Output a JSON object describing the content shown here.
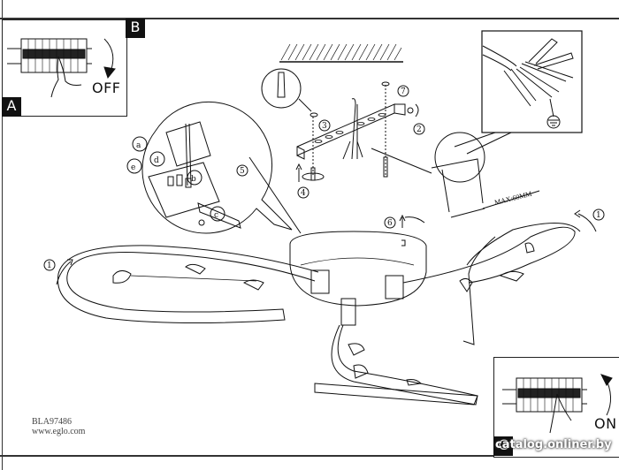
{
  "document": {
    "model_code": "BLA97486",
    "website": "www.eglo.com",
    "watermark": "catalog.onliner.by"
  },
  "panels": {
    "power_off": {
      "tag": "B",
      "label": "OFF",
      "icon": "circuit-breaker-off-icon"
    },
    "power_on": {
      "tag": "C",
      "label": "ON",
      "icon": "circuit-breaker-on-icon"
    },
    "assembly_tag": "A"
  },
  "steps": {
    "s1": "1",
    "s2": "2",
    "s3": "3",
    "s4": "4",
    "s5": "5",
    "s6": "6",
    "s7": "7"
  },
  "terminal_detail": {
    "labels": [
      "a",
      "b",
      "c",
      "d",
      "e"
    ]
  },
  "wire_detail": {
    "dimension_label": "MAX:60MM",
    "ground_icon": "ground-symbol-icon"
  }
}
